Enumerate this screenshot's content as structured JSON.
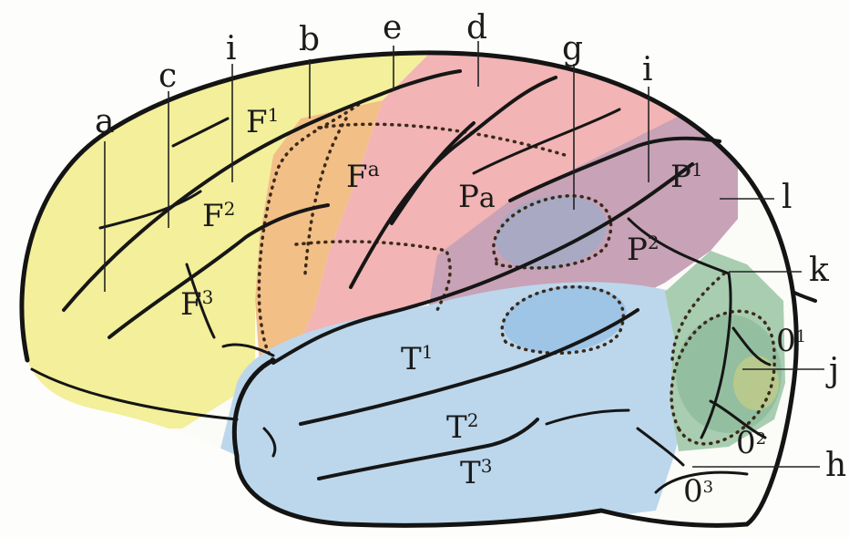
{
  "colors": {
    "frontal_yellow": "#f3ef9a",
    "premotor_orange": "#f2bf86",
    "motor_pink": "#f2b4b4",
    "parietal_mauve": "#c8a2b6",
    "temporal_blue": "#bcd7ec",
    "occipital_green": "#a8cdb0",
    "outline": "#141414"
  },
  "labels": {
    "F1": "F",
    "F1_sup": "1",
    "F2": "F",
    "F2_sup": "2",
    "F3": "F",
    "F3_sup": "3",
    "Fa": "F",
    "Fa_sup": "a",
    "Pa": "P",
    "Pa_sup": "a",
    "P1": "P",
    "P1_sup": "1",
    "P2": "P",
    "P2_sup": "2",
    "T1": "T",
    "T1_sup": "1",
    "T2": "T",
    "T2_sup": "2",
    "T3": "T",
    "T3_sup": "3",
    "O1": "0",
    "O1_sup": "1",
    "O2": "0",
    "O2_sup": "2",
    "O3": "0",
    "O3_sup": "3"
  },
  "pointers": {
    "a": "a",
    "c": "c",
    "i_left": "i",
    "b": "b",
    "e": "e",
    "d": "d",
    "g": "g",
    "i_right": "i",
    "l": "l",
    "k": "k",
    "j": "j",
    "h": "h"
  }
}
